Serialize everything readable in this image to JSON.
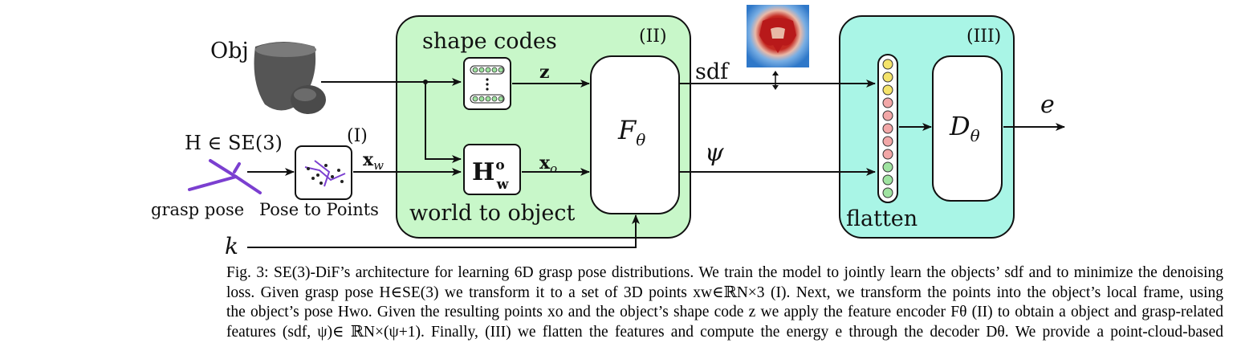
{
  "diagram": {
    "obj_label": "Obj",
    "pose_label": "H ∈ SE(3)",
    "grasp_pose_label": "grasp pose",
    "pose_to_points_label": "Pose to Points",
    "stage1_label": "(I)",
    "stage2_label": "(II)",
    "stage3_label": "(III)",
    "shape_codes_label": "shape codes",
    "world_to_object_label": "world to object",
    "z_label": "z",
    "xw_label": "xw",
    "xo_label": "xo",
    "h_transform_label": "Hwo",
    "f_theta_label": "Fθ",
    "sdf_label": "sdf",
    "psi_label": "ψ",
    "flatten_label": "flatten",
    "d_theta_label": "Dθ",
    "e_label": "e",
    "k_label": "k",
    "colors": {
      "green_panel": "#c8f7c9",
      "cyan_panel": "#a9f5e6",
      "feature_yellow": "#f4e36a",
      "feature_pink": "#f2a7a7",
      "feature_green": "#9fe3a0",
      "grasp_purple": "#7b3fd0",
      "sdf_red": "#b5221c",
      "sdf_blue": "#3a86d6"
    }
  },
  "caption": {
    "lines": [
      "Fig. 3: SE(3)-DiF’s architecture for learning 6D grasp pose distributions. We train the model to jointly learn the objects’ sdf and to minimize the denoising",
      "loss. Given grasp pose H∈SE(3) we transform it to a set of 3D points xw∈ℝN×3 (I). Next, we transform the points into the object’s local frame, using",
      "the object’s pose Hwo. Given the resulting points xo and the object’s shape code z we apply the feature encoder Fθ (II) to obtain a object and grasp-related",
      "features (sdf, ψ)∈ ℝN×(ψ+1). Finally, (III) we flatten the features and compute the energy e through the decoder Dθ. We provide a point-cloud-based"
    ]
  }
}
